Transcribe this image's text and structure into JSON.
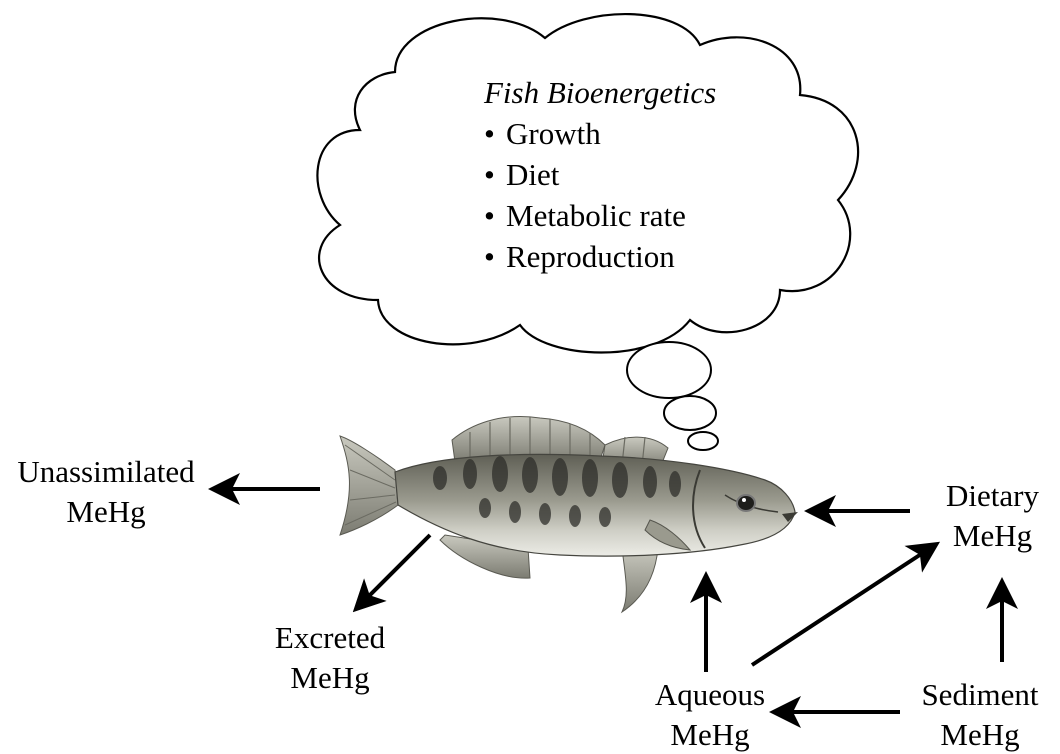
{
  "thought_cloud": {
    "title": "Fish Bioenergetics",
    "bullet_symbol": "•",
    "items": [
      "Growth",
      "Diet",
      "Metabolic rate",
      "Reproduction"
    ]
  },
  "fish": {
    "icon": "smallmouth-bass-illustration"
  },
  "labels": {
    "unassimilated": [
      "Unassimilated",
      "MeHg"
    ],
    "excreted": [
      "Excreted",
      "MeHg"
    ],
    "dietary": [
      "Dietary",
      "MeHg"
    ],
    "aqueous": [
      "Aqueous",
      "MeHg"
    ],
    "sediment": [
      "Sediment",
      "MeHg"
    ]
  },
  "colors": {
    "text": "#000000",
    "arrow": "#000000",
    "fish_body": "#8c8c7e",
    "fish_belly": "#e6e6e0",
    "fish_bars": "#2e2e2a"
  }
}
